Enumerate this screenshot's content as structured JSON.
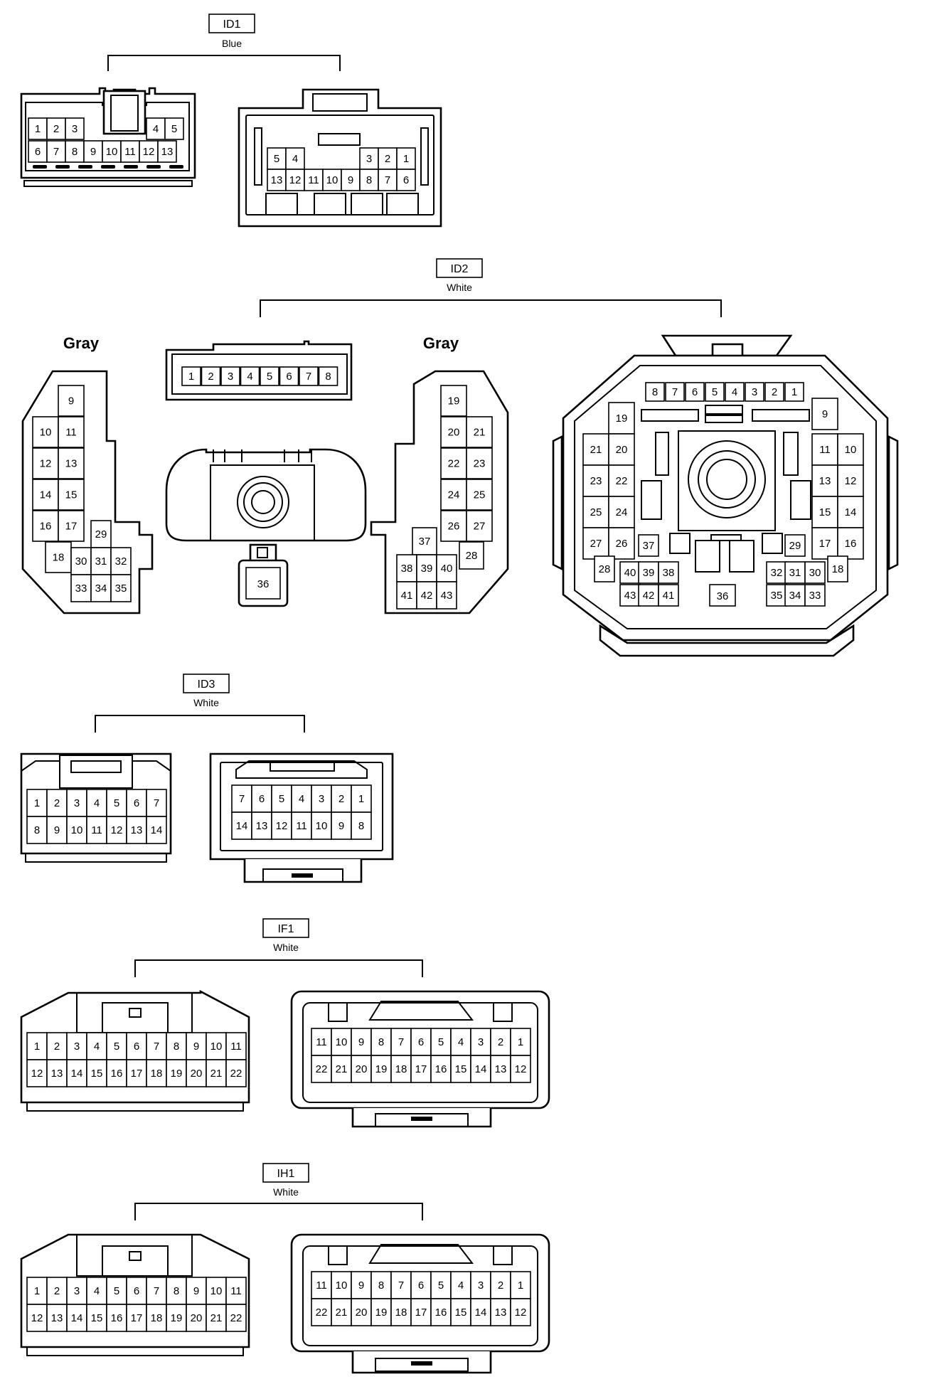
{
  "groups": [
    {
      "id": "ID1",
      "color": "Blue"
    },
    {
      "id": "ID2",
      "color": "White"
    },
    {
      "id": "ID3",
      "color": "White"
    },
    {
      "id": "IF1",
      "color": "White"
    },
    {
      "id": "IH1",
      "color": "White"
    }
  ],
  "id2_side_labels": [
    "Gray",
    "Gray"
  ],
  "pins": {
    "id1_a": [
      [
        "1",
        "2",
        "3",
        "4",
        "5"
      ],
      [
        "6",
        "7",
        "8",
        "9",
        "10",
        "11",
        "12",
        "13"
      ]
    ],
    "id1_b": [
      [
        "5",
        "4",
        "3",
        "2",
        "1"
      ],
      [
        "13",
        "12",
        "11",
        "10",
        "9",
        "8",
        "7",
        "6"
      ]
    ],
    "id2_strip": [
      "1",
      "2",
      "3",
      "4",
      "5",
      "6",
      "7",
      "8"
    ],
    "id2_pig": "36",
    "id2_left": [
      "9",
      "10",
      "11",
      "12",
      "13",
      "14",
      "15",
      "16",
      "17",
      "18",
      "29",
      "30",
      "31",
      "32",
      "33",
      "34",
      "35"
    ],
    "id2_mid": [
      "19",
      "20",
      "21",
      "22",
      "23",
      "24",
      "25",
      "26",
      "27",
      "37",
      "38",
      "39",
      "40",
      "28",
      "41",
      "42",
      "43"
    ],
    "id2_big_top": [
      "8",
      "7",
      "6",
      "5",
      "4",
      "3",
      "2",
      "1"
    ],
    "id2_big_left": [
      "19",
      "21",
      "20",
      "23",
      "22",
      "25",
      "24",
      "27",
      "26",
      "28",
      "37",
      "40",
      "39",
      "38",
      "43",
      "42",
      "41"
    ],
    "id2_big_right": [
      "9",
      "11",
      "10",
      "13",
      "12",
      "15",
      "14",
      "17",
      "16",
      "29",
      "32",
      "31",
      "30",
      "18",
      "35",
      "34",
      "33"
    ],
    "id2_big_center": "36",
    "id3_a": [
      [
        "1",
        "2",
        "3",
        "4",
        "5",
        "6",
        "7"
      ],
      [
        "8",
        "9",
        "10",
        "11",
        "12",
        "13",
        "14"
      ]
    ],
    "id3_b": [
      [
        "7",
        "6",
        "5",
        "4",
        "3",
        "2",
        "1"
      ],
      [
        "14",
        "13",
        "12",
        "11",
        "10",
        "9",
        "8"
      ]
    ],
    "if1_a": [
      [
        "1",
        "2",
        "3",
        "4",
        "5",
        "6",
        "7",
        "8",
        "9",
        "10",
        "11"
      ],
      [
        "12",
        "13",
        "14",
        "15",
        "16",
        "17",
        "18",
        "19",
        "20",
        "21",
        "22"
      ]
    ],
    "if1_b": [
      [
        "11",
        "10",
        "9",
        "8",
        "7",
        "6",
        "5",
        "4",
        "3",
        "2",
        "1"
      ],
      [
        "22",
        "21",
        "20",
        "19",
        "18",
        "17",
        "16",
        "15",
        "14",
        "13",
        "12"
      ]
    ],
    "ih1_a": [
      [
        "1",
        "2",
        "3",
        "4",
        "5",
        "6",
        "7",
        "8",
        "9",
        "10",
        "11"
      ],
      [
        "12",
        "13",
        "14",
        "15",
        "16",
        "17",
        "18",
        "19",
        "20",
        "21",
        "22"
      ]
    ],
    "ih1_b": [
      [
        "11",
        "10",
        "9",
        "8",
        "7",
        "6",
        "5",
        "4",
        "3",
        "2",
        "1"
      ],
      [
        "22",
        "21",
        "20",
        "19",
        "18",
        "17",
        "16",
        "15",
        "14",
        "13",
        "12"
      ]
    ]
  }
}
